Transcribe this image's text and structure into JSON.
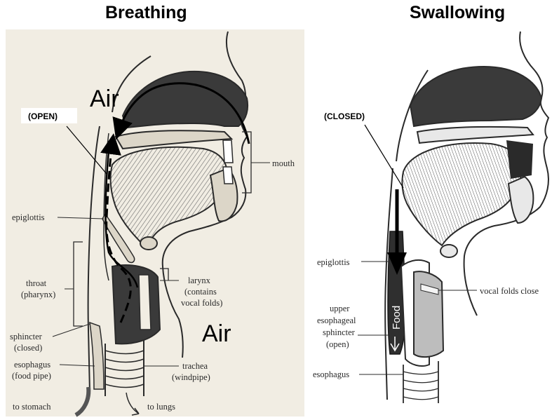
{
  "titles": {
    "left": "Breathing",
    "right": "Swallowing"
  },
  "breathing": {
    "air_top": "Air",
    "air_bottom": "Air",
    "open_tag": "(OPEN)",
    "labels": {
      "mouth": "mouth",
      "epiglottis": "epiglottis",
      "throat_1": "throat",
      "throat_2": "(pharynx)",
      "larynx_1": "larynx",
      "larynx_2": "(contains",
      "larynx_3": "vocal folds)",
      "sphincter_1": "sphincter",
      "sphincter_2": "(closed)",
      "esophagus_1": "esophagus",
      "esophagus_2": "(food pipe)",
      "trachea_1": "trachea",
      "trachea_2": "(windpipe)",
      "to_stomach": "to stomach",
      "to_lungs": "to lungs"
    }
  },
  "swallowing": {
    "closed_tag": "(CLOSED)",
    "food": "Food",
    "labels": {
      "epiglottis": "epiglottis",
      "vocal_folds": "vocal folds close",
      "ues_1": "upper",
      "ues_2": "esophageal",
      "ues_3": "sphincter",
      "ues_4": "(open)",
      "esophagus": "esophagus"
    }
  },
  "colors": {
    "paper_left": "#f1ede3",
    "paper_right": "#ffffff",
    "ink": "#2a2a2a",
    "dark_shade": "#3a3a3a"
  }
}
